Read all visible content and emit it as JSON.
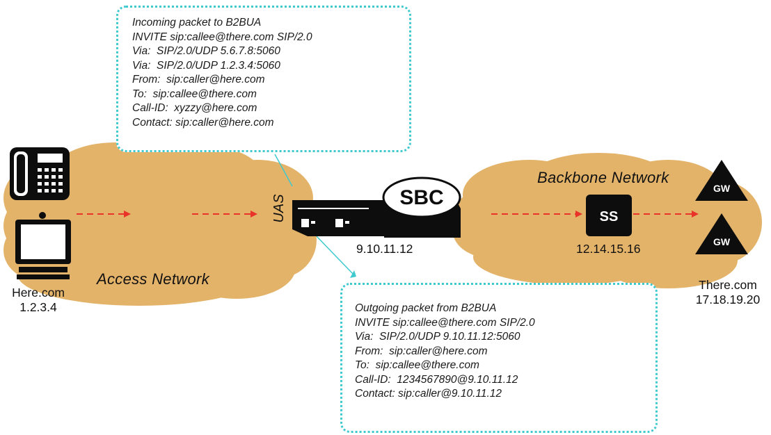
{
  "incoming": {
    "lines": [
      "Incoming packet to B2BUA",
      "INVITE sip:callee@there.com SIP/2.0",
      "Via:  SIP/2.0/UDP 5.6.7.8:5060",
      "Via:  SIP/2.0/UDP 1.2.3.4:5060",
      "From:  sip:caller@here.com",
      "To:  sip:callee@there.com",
      "Call-ID:  xyzzy@here.com",
      "Contact: sip:caller@here.com"
    ]
  },
  "outgoing": {
    "lines": [
      "Outgoing packet from B2BUA",
      "INVITE sip:callee@there.com SIP/2.0",
      "Via:  SIP/2.0/UDP 9.10.11.12:5060",
      "From:  sip:caller@here.com",
      "To:  sip:callee@there.com",
      "Call-ID:  1234567890@9.10.11.12",
      "Contact: sip:caller@9.10.11.12"
    ]
  },
  "labels": {
    "access_network": "Access Network",
    "backbone_network": "Backbone Network",
    "uas": "UAS",
    "sbc": "SBC",
    "sbc_ip": "9.10.11.12",
    "ss": "SS",
    "ss_ip": "12.14.15.16",
    "gw_top": "GW",
    "gw_bottom": "GW",
    "here_name": "Here.com",
    "here_ip": "1.2.3.4",
    "there_name": "There.com",
    "there_ip": "17.18.19.20"
  },
  "colors": {
    "cloud": "#e3b36a",
    "arrow": "#e8322a",
    "callout_border": "#3ec9cf",
    "device": "#0d0d0d"
  },
  "icons": {
    "phone": "desk-phone-icon",
    "computer": "computer-icon"
  }
}
